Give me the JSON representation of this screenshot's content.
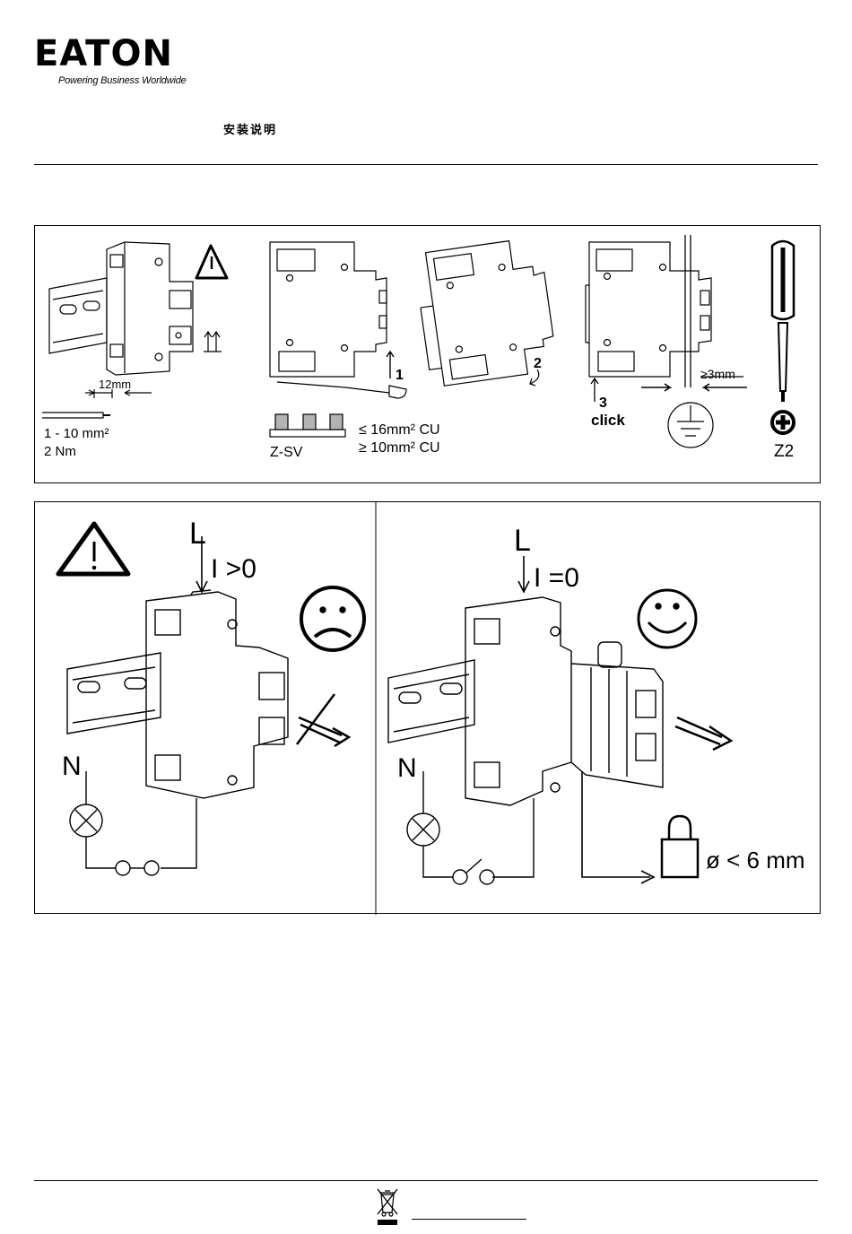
{
  "brand": {
    "name": "EATON",
    "tagline": "Powering Business Worldwide"
  },
  "document": {
    "title": "安装说明"
  },
  "top_panel": {
    "strip_length": "12mm",
    "cable_cross_section": "1 - 10 mm²",
    "torque": "2 Nm",
    "step1": "1",
    "step2": "2",
    "step3": "3",
    "click_label": "click",
    "busbar_name": "Z-SV",
    "busbar_max": "≤ 16mm² CU",
    "busbar_min": "≥ 10mm² CU",
    "gap": "≥3mm",
    "screwdriver": "Z2"
  },
  "left_panel": {
    "line_label": "L",
    "current_label": "I >0",
    "neutral_label": "N"
  },
  "right_panel": {
    "line_label": "L",
    "current_label": "I =0",
    "neutral_label": "N",
    "padlock_diameter": "ø < 6 mm"
  },
  "colors": {
    "ink": "#000000",
    "busbar_fill": "#b3b3b3"
  }
}
